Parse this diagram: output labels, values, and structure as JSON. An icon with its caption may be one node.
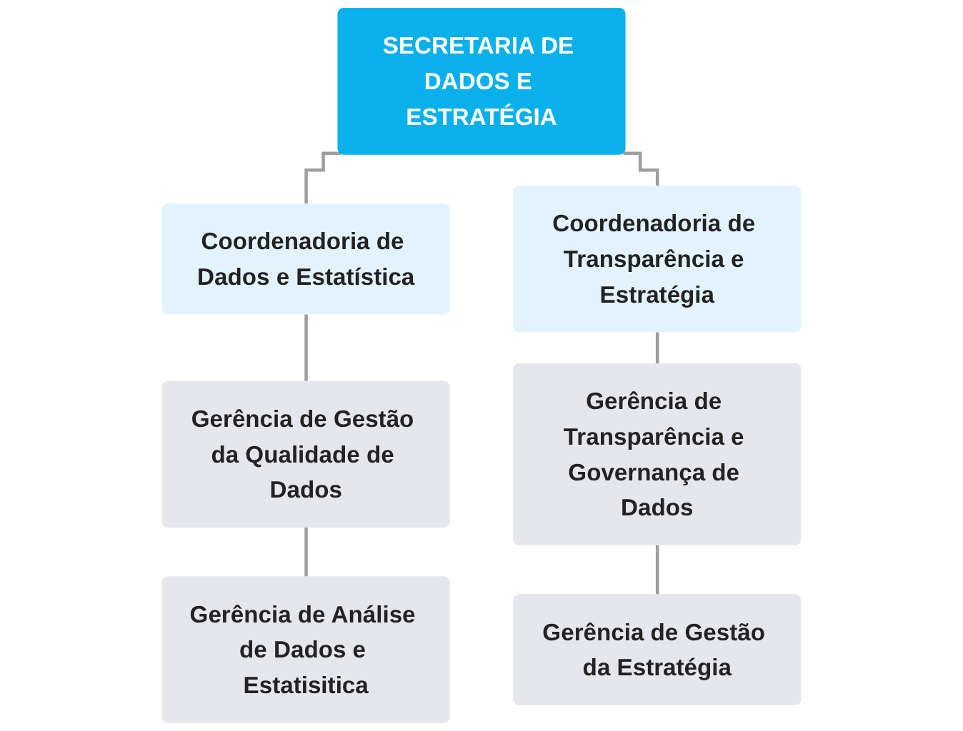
{
  "diagram": {
    "nodes": [
      {
        "text": [
          "SECRETARIA DE DADOS E ESTRATÉGIA"
        ]
      },
      {
        "text": [
          "Coordenadoria de Dados e Estatística"
        ]
      },
      {
        "text": [
          "Coordenadoria de Transparência e Estratégia"
        ]
      },
      {
        "text": [
          "Gerência de Gestão da Qualidade de Dados"
        ]
      },
      {
        "text": [
          "Gerência de Análise de Dados e Estatisitica"
        ]
      },
      {
        "text": [
          "Gerência de Transparência e Governança de Dados"
        ]
      },
      {
        "text": [
          "Gerência de Gestão da Estratégia"
        ]
      }
    ],
    "edges": [
      {
        "from": 0,
        "to": 1,
        "arrow": "none"
      },
      {
        "from": 0,
        "to": 2,
        "arrow": "none"
      },
      {
        "from": 1,
        "to": 3,
        "arrow": "none"
      },
      {
        "from": 3,
        "to": 4,
        "arrow": "none"
      },
      {
        "from": 2,
        "to": 5,
        "arrow": "none"
      },
      {
        "from": 5,
        "to": 6,
        "arrow": "none"
      }
    ]
  }
}
